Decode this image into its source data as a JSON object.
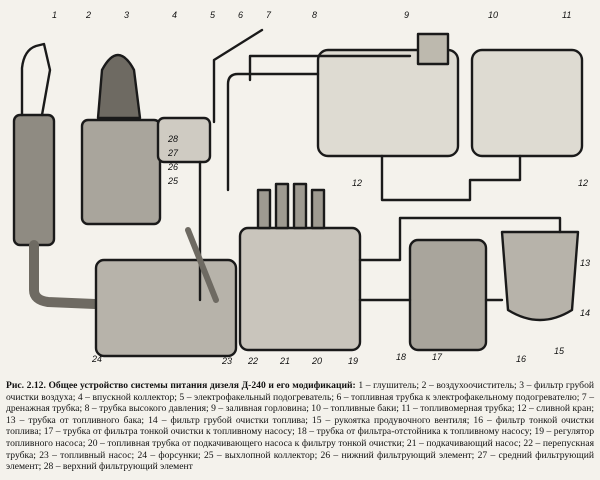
{
  "figure": {
    "callouts": [
      "1",
      "2",
      "3",
      "4",
      "5",
      "6",
      "7",
      "8",
      "9",
      "10",
      "11",
      "12",
      "12",
      "13",
      "14",
      "15",
      "16",
      "17",
      "18",
      "19",
      "20",
      "21",
      "22",
      "23",
      "24",
      "25",
      "26",
      "27",
      "28"
    ]
  },
  "caption": {
    "heading": "Рис. 2.12. Общее устройство системы питания дизеля Д-240 и его модификаций:",
    "body": "1 – глушитель; 2 – воздухоочиститель; 3 – фильтр грубой очистки воздуха; 4 – впускной коллектор; 5 – электрофакельный подогреватель; 6 – топливная трубка к электрофакельному подогревателю; 7 – дренажная трубка; 8 – трубка высокого давления; 9 – заливная горловина; 10 – топливные баки; 11 – топливомерная трубка; 12 – сливной кран; 13 – трубка от топливного бака; 14 – фильтр грубой очистки топлива; 15 – рукоятка продувочного вентиля; 16 – фильтр тонкой очистки топлива; 17 – трубка от фильтра тонкой очистки к топливному насосу; 18 – трубка от фильтра-отстойника к топливному насосу; 19 – регулятор топливного насоса; 20 – топливная трубка от подкачивающего насоса к фильтру тонкой очистки; 21 – подкачивающий насос; 22 – перепускная трубка; 23 – топливный насос; 24 – форсунки; 25 – выхлопной коллектор; 26 – нижний фильтрующий элемент; 27 – средний фильтрующий элемент; 28 – верхний фильтрующий элемент"
  }
}
